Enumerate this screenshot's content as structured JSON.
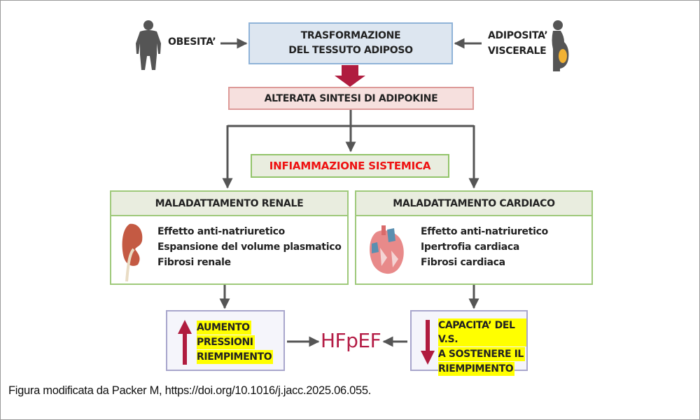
{
  "diagram": {
    "inputs": {
      "left_label": "OBESITA’",
      "right_label_line1": "ADIPOSITA’",
      "right_label_line2": "VISCERALE"
    },
    "top_box": {
      "line1": "TRASFORMAZIONE",
      "line2": "DEL TESSUTO  ADIPOSO"
    },
    "adipokine_box": "ALTERATA SINTESI DI ADIPOKINE",
    "inflammation_box": "INFIAMMAZIONE  SISTEMICA",
    "renal_panel": {
      "title": "MALADATTAMENTO RENALE",
      "items": [
        "Effetto anti-natriuretico",
        "Espansione del volume plasmatico",
        "Fibrosi renale"
      ]
    },
    "cardiac_panel": {
      "title": "MALADATTAMENTO CARDIACO",
      "items": [
        "Effetto anti-natriuretico",
        "Ipertrofia cardiaca",
        "Fibrosi cardiaca"
      ]
    },
    "left_outcome": {
      "direction": "up",
      "lines": [
        "AUMENTO",
        "PRESSIONI",
        "RIEMPIMENTO"
      ]
    },
    "right_outcome": {
      "direction": "down",
      "lines": [
        "CAPACITA’ DEL V.S.",
        "A SOSTENERE IL",
        "RIEMPIMENTO"
      ]
    },
    "center_result": "HFpEF",
    "colors": {
      "arrow_gray": "#555555",
      "arrow_crimson": "#b01c3f",
      "highlight": "#ffff00",
      "inflammation_text": "#ee1111",
      "hfpef_text": "#b41c45"
    }
  },
  "caption": "Figura modificata da Packer M, https://doi.org/10.1016/j.jacc.2025.06.055."
}
